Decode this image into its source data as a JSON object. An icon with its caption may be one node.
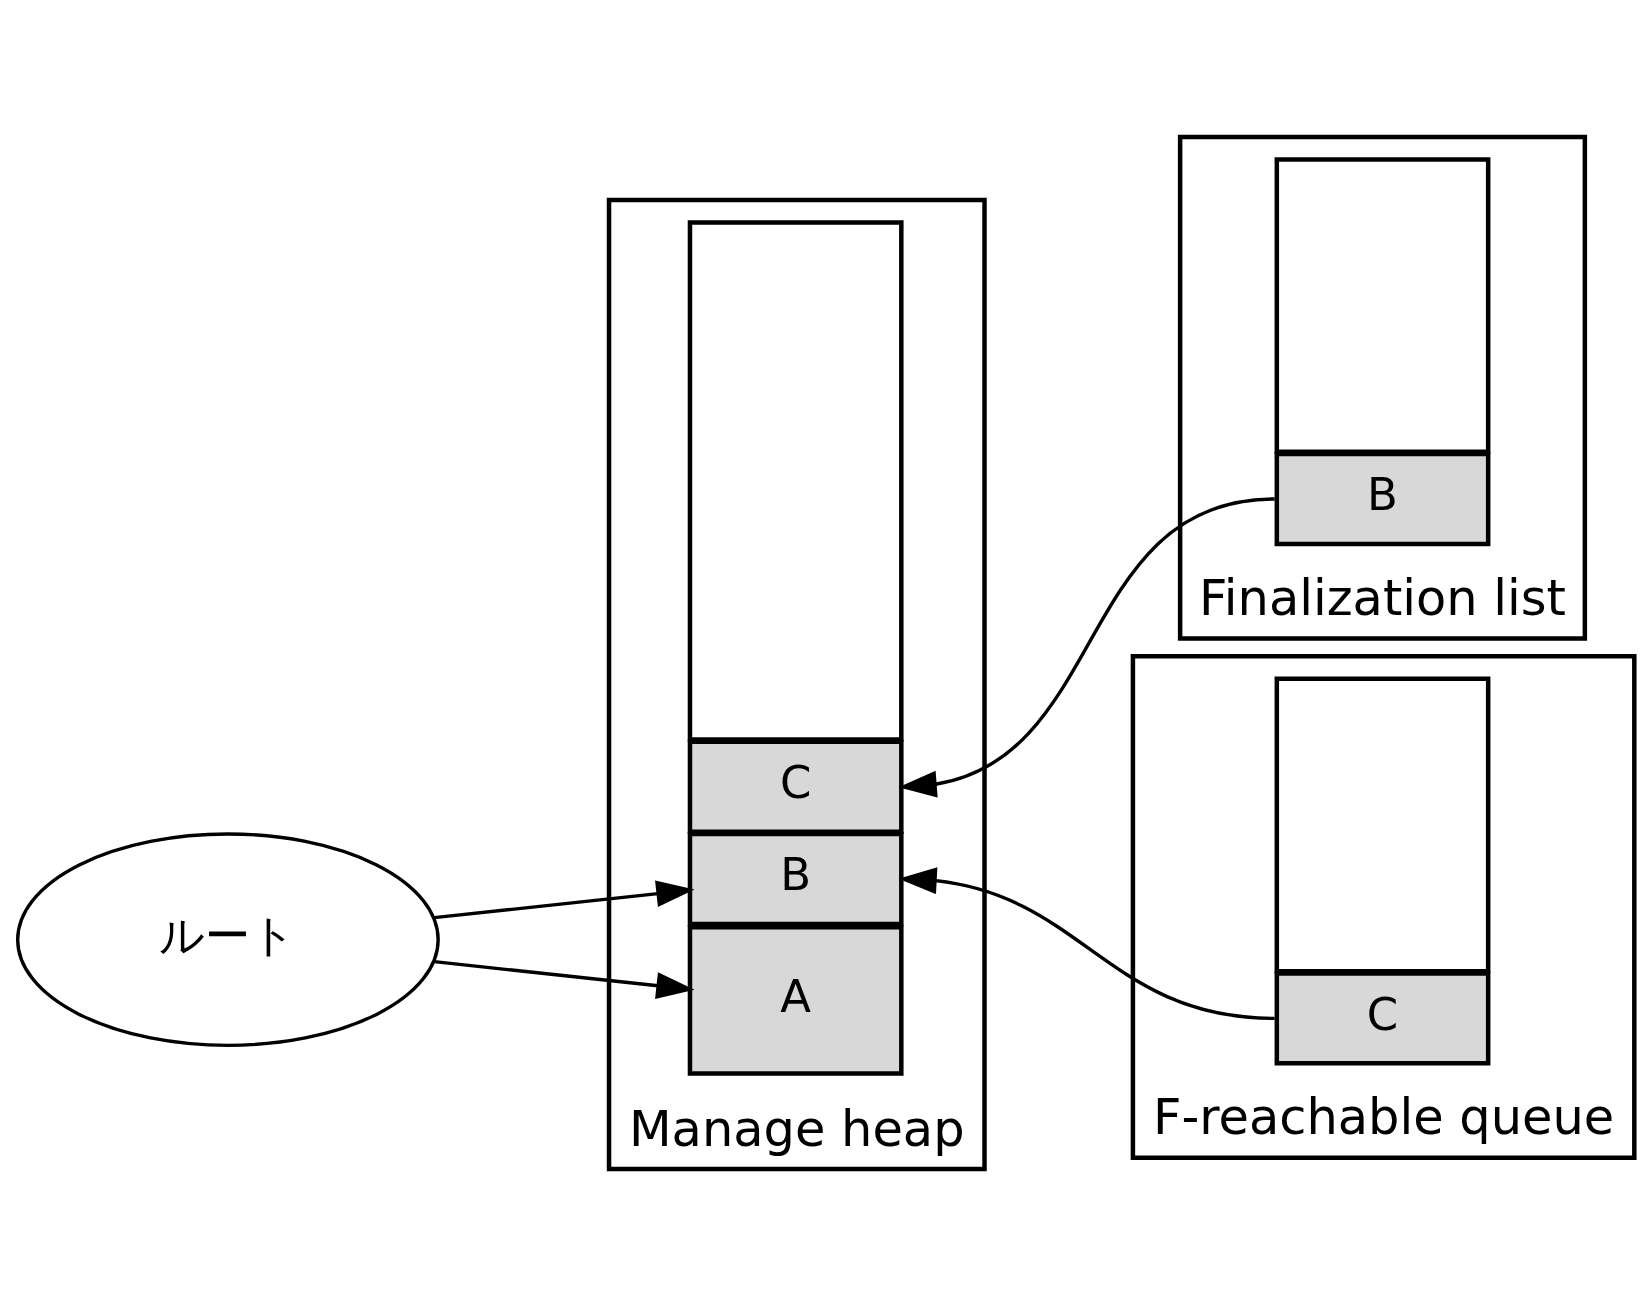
{
  "diagram": {
    "nodes": [
      {
        "text": [
          "ルート"
        ]
      },
      {
        "text": [
          "Manage heap"
        ]
      },
      {
        "text": [],
        "shape": "box",
        "in": 1
      },
      {
        "text": [
          "C"
        ],
        "in": 1
      },
      {
        "text": [
          "B"
        ],
        "in": 1
      },
      {
        "text": [
          "A"
        ],
        "in": 1
      },
      {
        "text": [
          "Finalization list"
        ]
      },
      {
        "text": [],
        "shape": "box",
        "in": 6
      },
      {
        "text": [
          "B"
        ],
        "in": 6
      },
      {
        "text": [
          "F-reachable queue"
        ]
      },
      {
        "text": [],
        "shape": "box",
        "in": 9
      },
      {
        "text": [
          "C"
        ],
        "in": 9
      }
    ],
    "edges": [
      {
        "from": 0,
        "to": 4,
        "arrow": "to"
      },
      {
        "from": 0,
        "to": 5,
        "arrow": "to"
      },
      {
        "from": 8,
        "to": 3,
        "arrow": "to"
      },
      {
        "from": 11,
        "to": 4,
        "arrow": "to"
      }
    ]
  }
}
